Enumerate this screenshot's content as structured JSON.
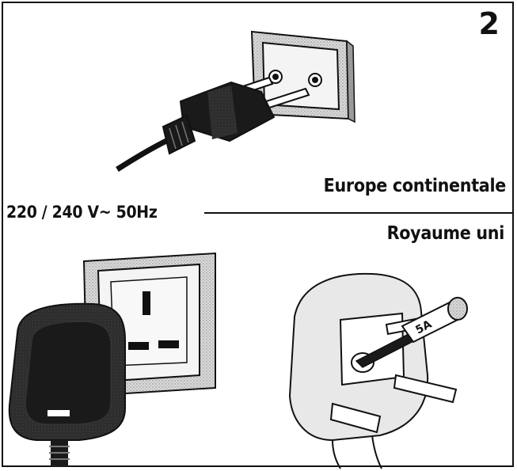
{
  "figure_number": "2",
  "labels": {
    "europe": "Europe continentale",
    "voltage": "220 / 240 V~ 50Hz",
    "uk": "Royaume uni"
  },
  "fuse": {
    "rating": "5A"
  },
  "colors": {
    "ink": "#111111",
    "plug_dark": "#1a1a1a",
    "socket_face": "#f4f4f4",
    "shade": "#bdbdbd"
  }
}
